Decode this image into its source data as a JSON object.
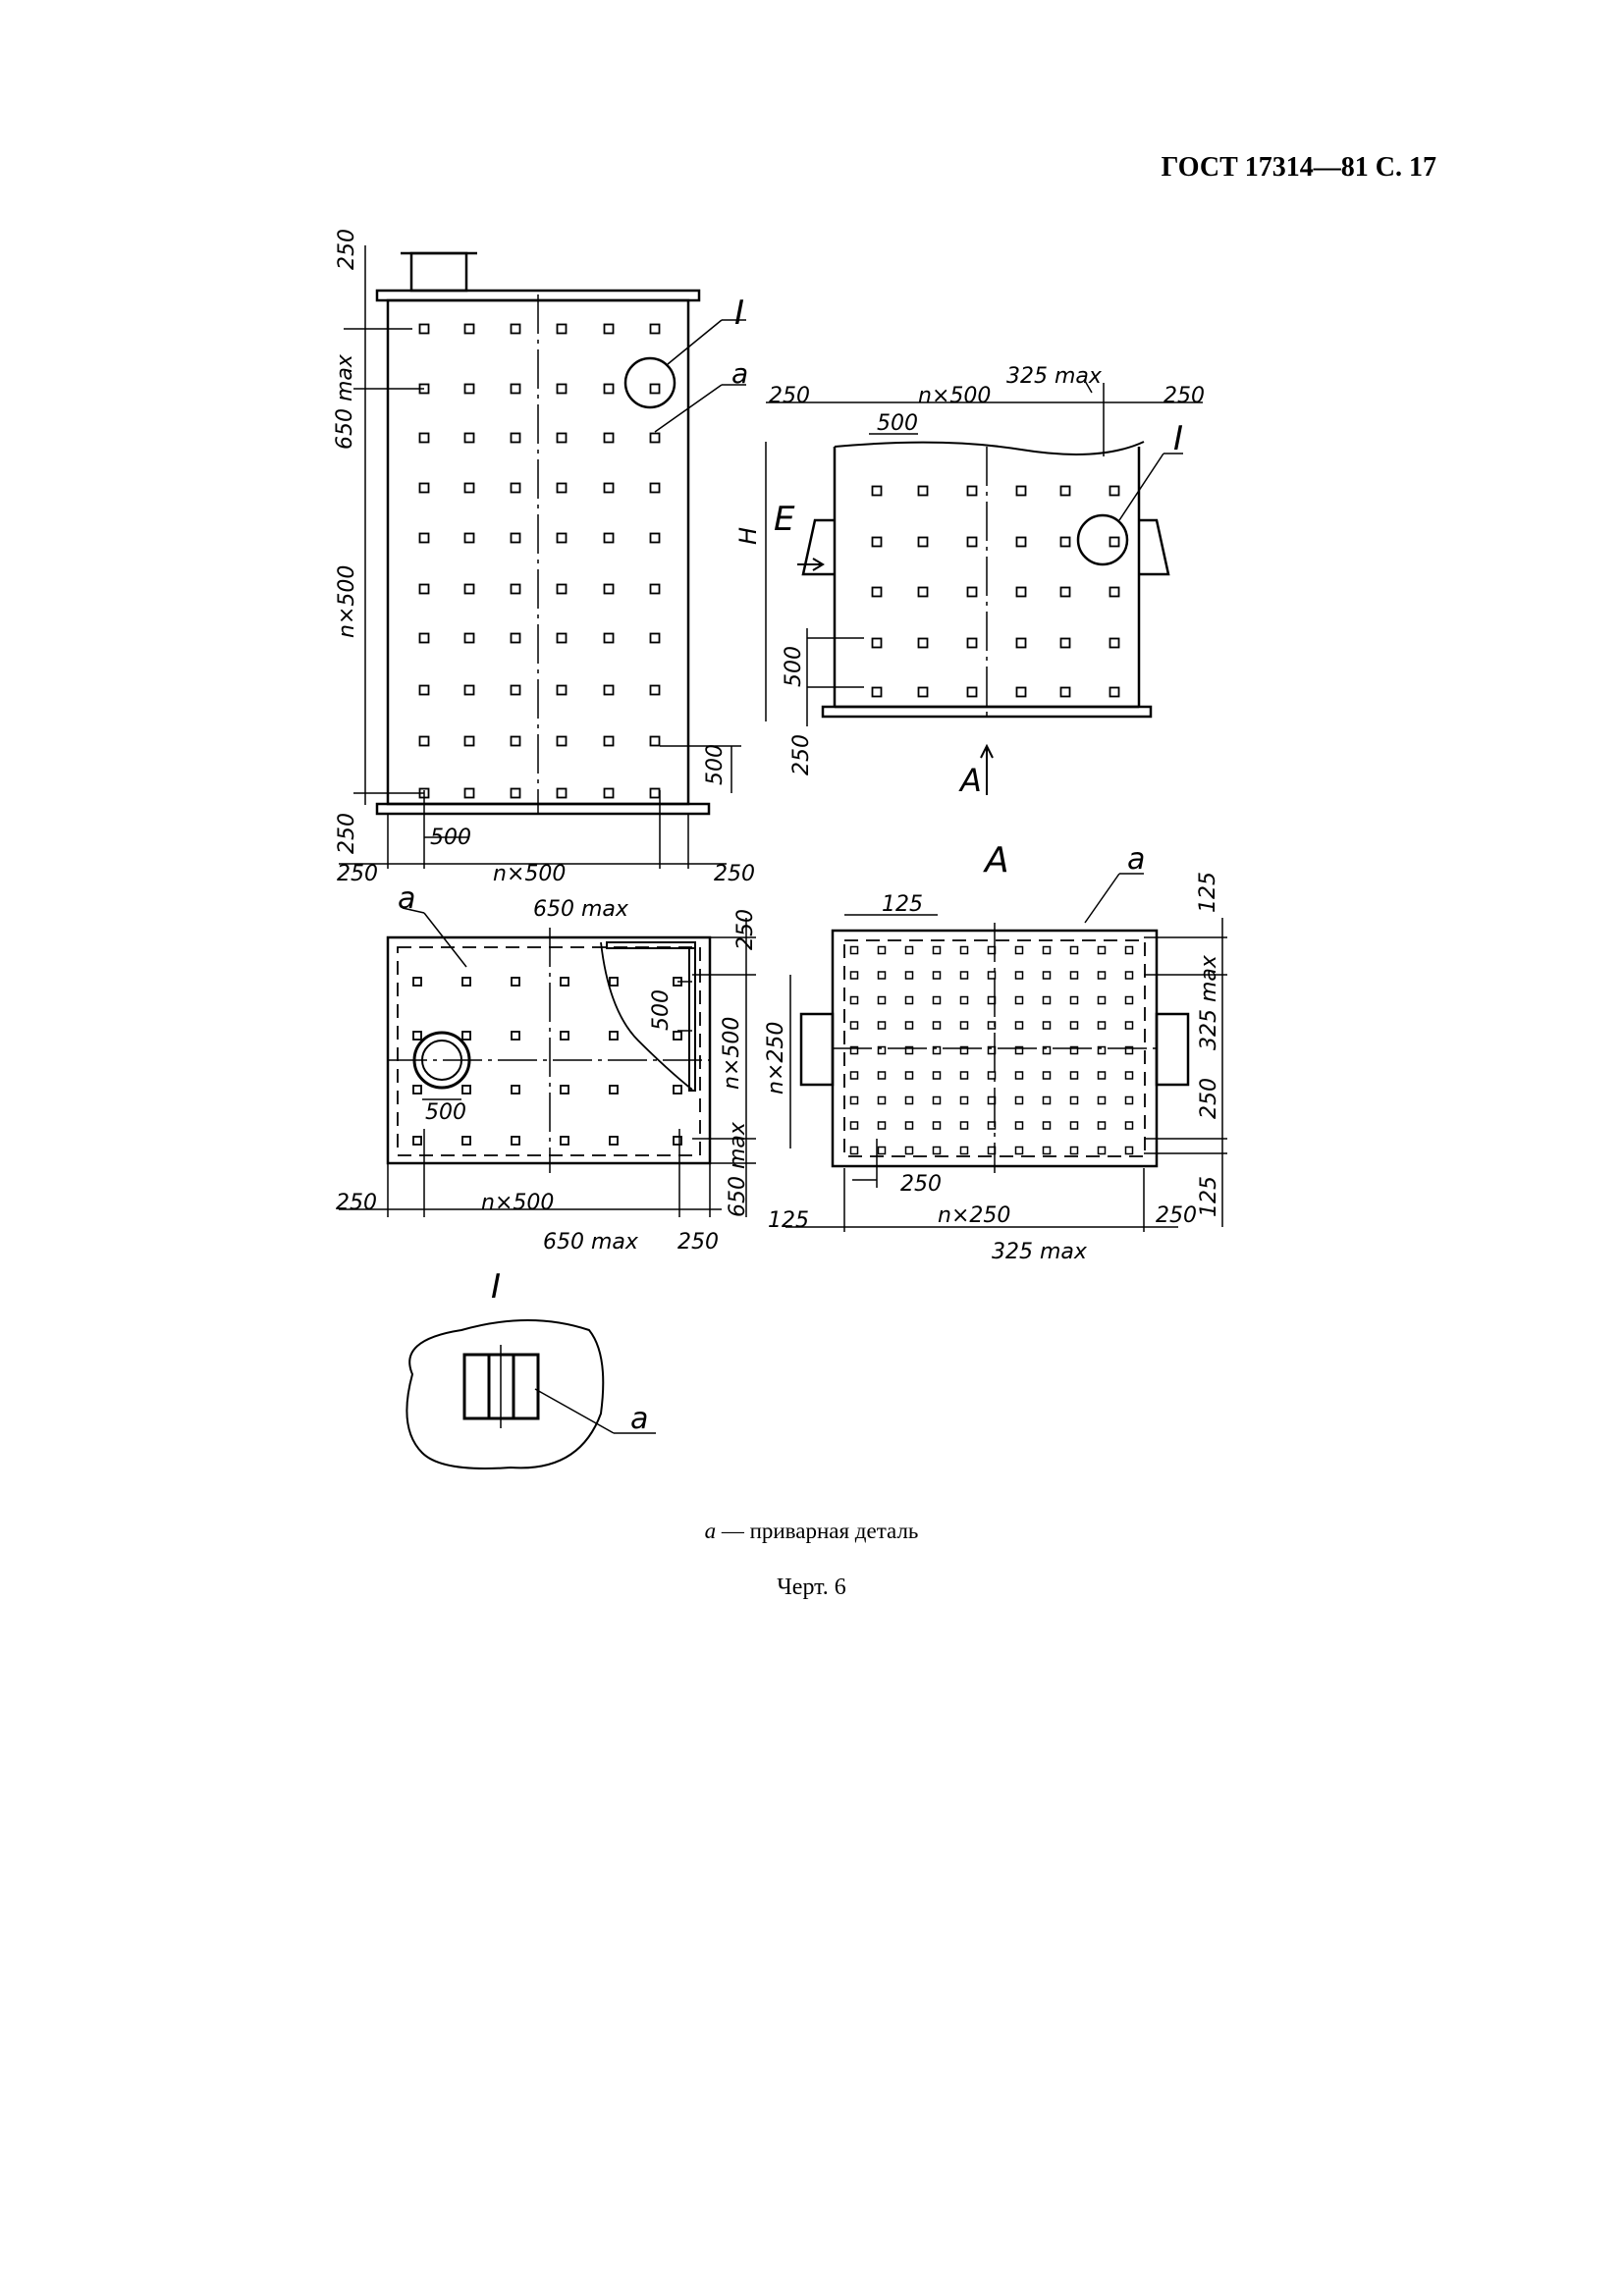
{
  "header": "ГОСТ 17314—81 С. 17",
  "legend": {
    "marker": "a",
    "text": " — приварная деталь"
  },
  "caption": "Черт. 6",
  "labels": {
    "detail_I": "I",
    "part_a": "a",
    "view_A": "A",
    "view_E": "E",
    "height_H": "H"
  },
  "dimensions": {
    "d250": "250",
    "d500": "500",
    "d125": "125",
    "n500": "n×500",
    "n250": "n×250",
    "max650": "650 max",
    "max325": "325 max"
  }
}
